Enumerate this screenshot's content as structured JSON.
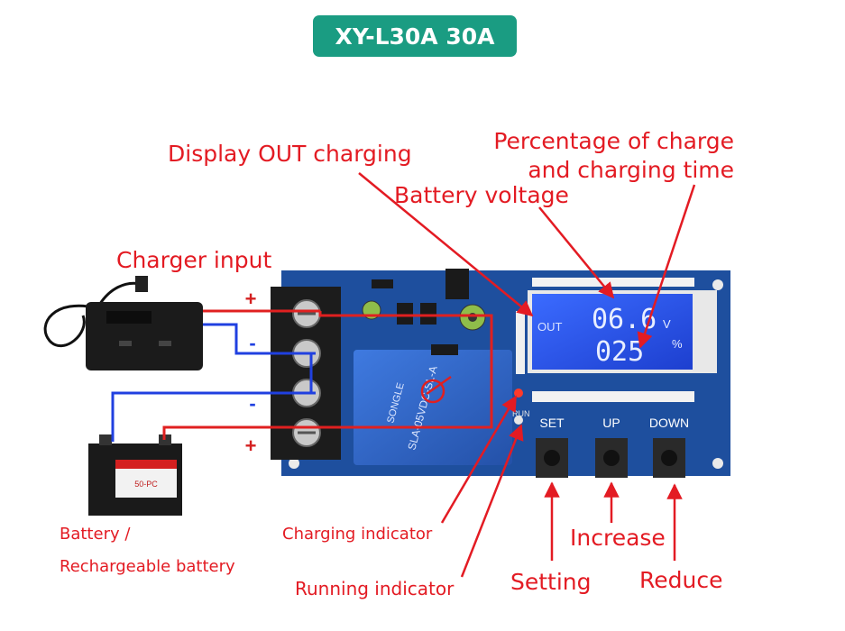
{
  "title": "XY-L30A 30A",
  "callouts": {
    "display_out": "Display OUT charging",
    "percentage_line1": "Percentage of charge",
    "percentage_line2": "and charging time",
    "battery_voltage": "Battery voltage",
    "charger_input": "Charger input",
    "battery_line1": "Battery /",
    "battery_line2": "Rechargeable battery",
    "charging_indicator": "Charging indicator",
    "running_indicator": "Running indicator",
    "setting": "Setting",
    "increase": "Increase",
    "reduce": "Reduce"
  },
  "terminals": {
    "plus_top": "+",
    "minus_top": "-",
    "minus_bottom": "-",
    "plus_bottom": "+"
  },
  "lcd": {
    "out": "OUT",
    "voltage": "06.6",
    "voltage_unit": "V",
    "percent": "025",
    "percent_unit": "%"
  },
  "buttons": {
    "set": "SET",
    "up": "UP",
    "down": "DOWN"
  },
  "relay_text": {
    "brand": "SONGLE",
    "model": "SLA-05VDC-SL-A"
  },
  "battery_label": "50-PC",
  "board_marks": {
    "run": "RUN"
  },
  "colors": {
    "title_bg": "#1a9c82",
    "callout_text": "#e31b23",
    "pcb": "#1e4f9e",
    "lcd": "#2a5bff",
    "relay": "#2d66c9",
    "wire_positive": "#e02020",
    "wire_negative": "#2040e0"
  }
}
